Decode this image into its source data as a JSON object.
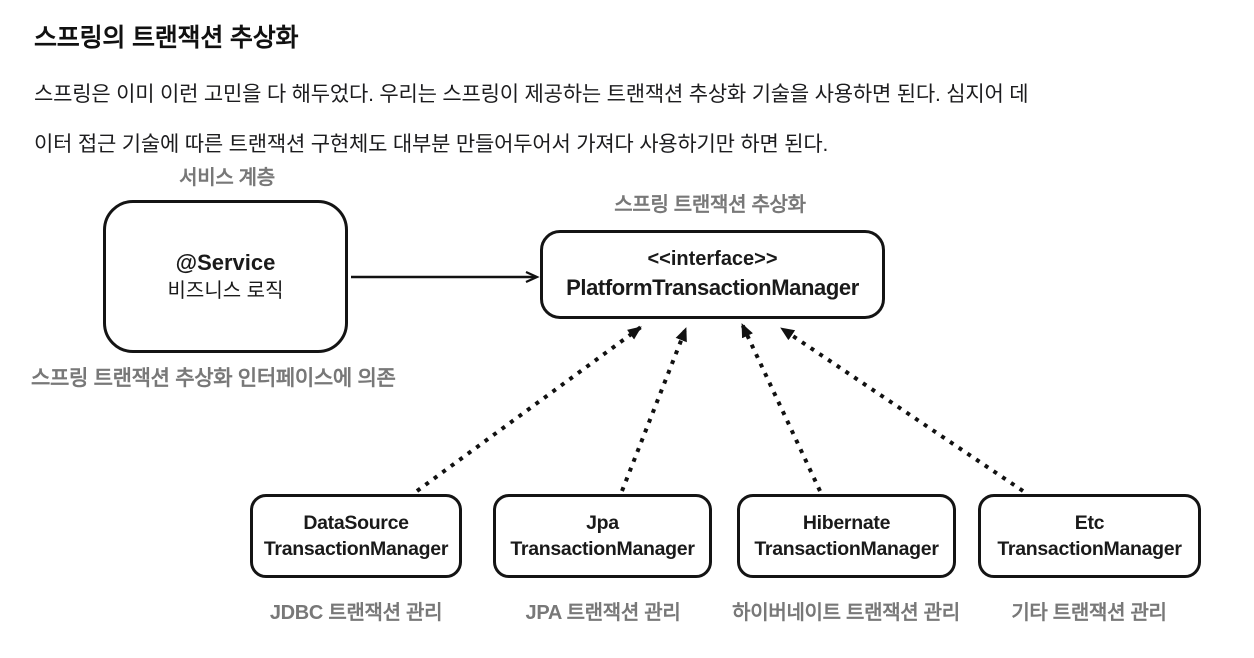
{
  "page": {
    "title": "스프링의 트랜잭션 추상화",
    "paragraph_lines": [
      "스프링은 이미 이런 고민을 다 해두었다. 우리는 스프링이 제공하는 트랜잭션 추상화 기술을 사용하면 된다. 심지어 데",
      "이터 접근 기술에 따른 트랜잭션 구현체도 대부분 만들어두어서 가져다 사용하기만 하면 된다."
    ]
  },
  "diagram": {
    "service_layer_label": "서비스 계층",
    "service_box": {
      "line1": "@Service",
      "line2": "비즈니스 로직"
    },
    "dependency_caption": "스프링 트랜잭션 추상화 인터페이스에 의존",
    "abstraction_label": "스프링 트랜잭션 추상화",
    "interface_box": {
      "line1": "<<interface>>",
      "line2": "PlatformTransactionManager"
    },
    "implementations": [
      {
        "line1": "DataSource",
        "line2": "TransactionManager",
        "caption": "JDBC 트랜잭션 관리"
      },
      {
        "line1": "Jpa",
        "line2": "TransactionManager",
        "caption": "JPA 트랜잭션 관리"
      },
      {
        "line1": "Hibernate",
        "line2": "TransactionManager",
        "caption": "하이버네이트 트랜잭션 관리"
      },
      {
        "line1": "Etc",
        "line2": "TransactionManager",
        "caption": "기타 트랜잭션 관리"
      }
    ],
    "colors": {
      "box_border": "#141414",
      "caption_gray": "#787878",
      "body_text": "#1c1c1e",
      "arrow": "#111111"
    }
  }
}
